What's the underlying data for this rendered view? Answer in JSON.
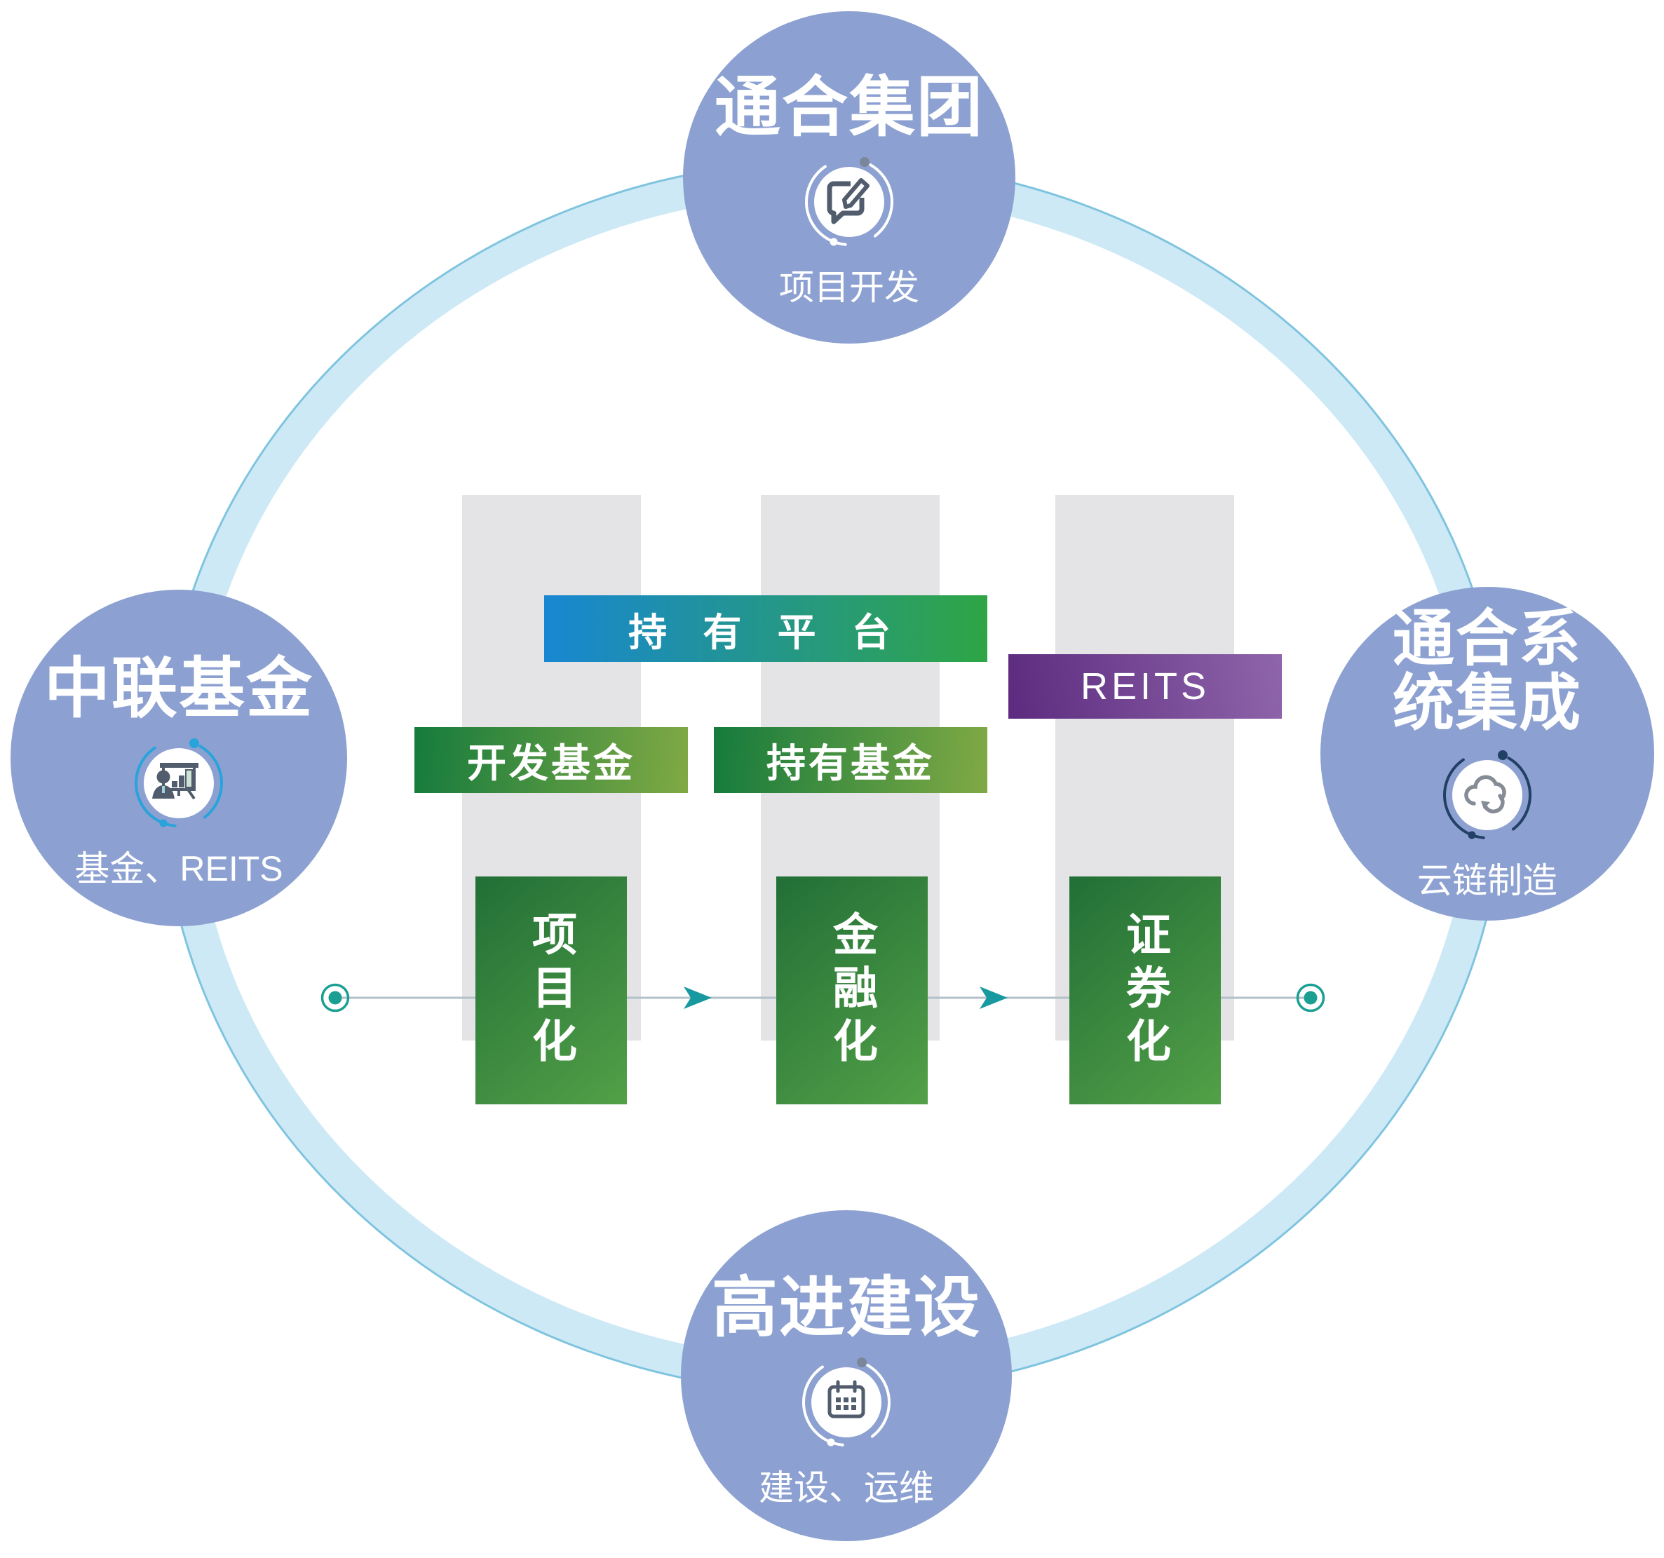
{
  "nodes": {
    "top": {
      "title": "通合集团",
      "caption": "项目开发",
      "icon": "edit-icon"
    },
    "left": {
      "title": "中联基金",
      "caption": "基金、REITS",
      "icon": "presentation-chart-icon"
    },
    "right": {
      "title_line1": "通合系",
      "title_line2": "统集成",
      "caption": "云链制造",
      "icon": "cloud-sync-icon"
    },
    "bottom": {
      "title": "高进建设",
      "caption": "建设、运维",
      "icon": "calendar-icon"
    }
  },
  "platform_bar": {
    "label": "持 有 平 台"
  },
  "fund_bars": [
    {
      "label": "开发基金"
    },
    {
      "label": "持有基金"
    }
  ],
  "reits_bar": {
    "label": "REITS"
  },
  "stages": [
    {
      "label": "项目化"
    },
    {
      "label": "金融化"
    },
    {
      "label": "证券化"
    }
  ],
  "colors": {
    "circle_fill": "#8CA1D1",
    "ring_band": "#CEE9F6",
    "ring_edge": "#7FC4DF",
    "column_gray": "#E4E4E6",
    "platform_from": "#1887D2",
    "platform_to": "#2FA545",
    "fund_from": "#157B3D",
    "fund_to": "#80A944",
    "stage_from": "#226F37",
    "stage_to": "#52A047",
    "reits_from": "#5C2B7F",
    "reits_to": "#8F65AA",
    "arrow_teal": "#1899A0",
    "dot_teal": "#1A9F92",
    "line_gray": "#B2C1C9",
    "glyph_slate": "#515D6C",
    "arc_blue": "#29A3DB",
    "arc_navy": "#223F66",
    "arc_white": "#FFFFFF",
    "dot_slate": "#7A879B",
    "light_bar_green": "#CFE2D3",
    "tie_teal": "#9FD4DB",
    "cloud_gray": "#868C95"
  }
}
